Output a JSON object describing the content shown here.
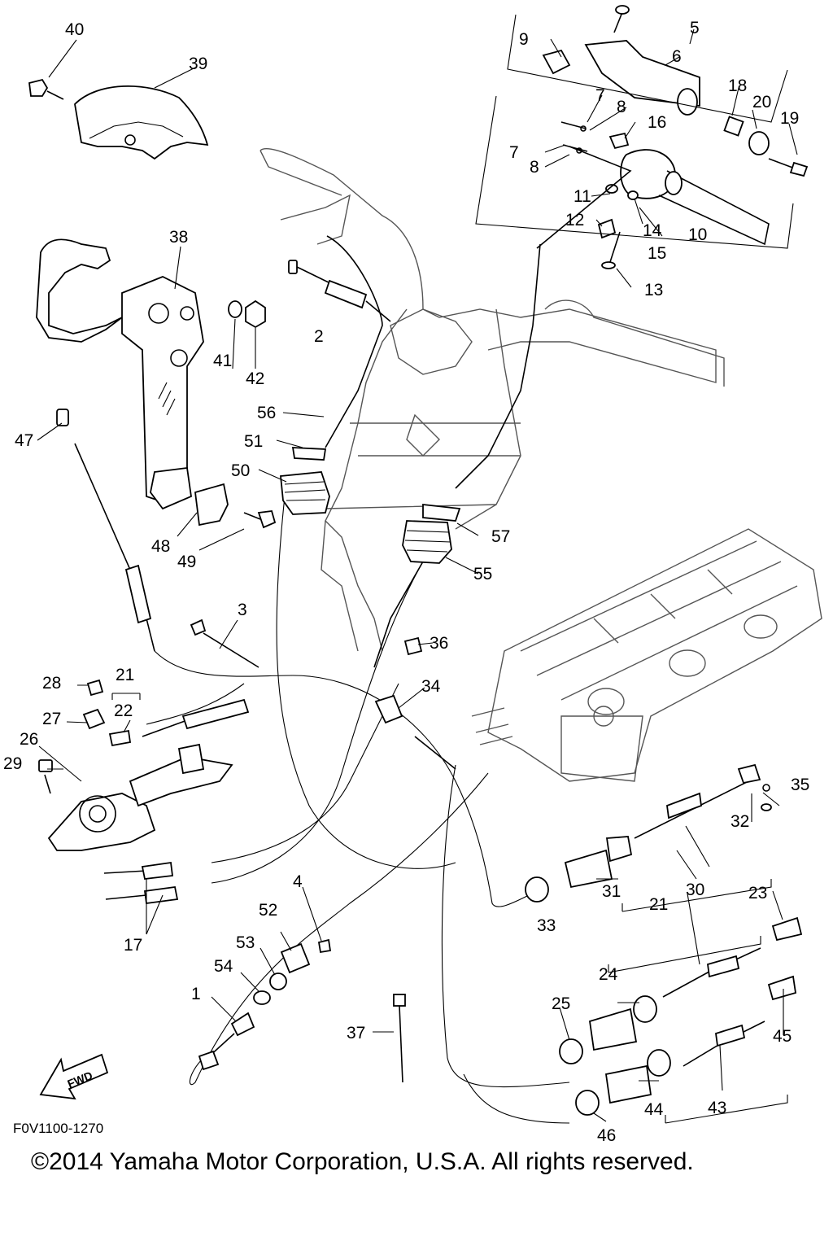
{
  "diagram": {
    "code": "F0V1100-1270",
    "copyright": "©2014 Yamaha Motor Corporation, U.S.A. All rights reserved.",
    "fwd_label": "FWD",
    "callouts": [
      "1",
      "2",
      "3",
      "4",
      "5",
      "6",
      "7",
      "7",
      "8",
      "8",
      "9",
      "10",
      "11",
      "12",
      "13",
      "14",
      "15",
      "16",
      "17",
      "18",
      "19",
      "20",
      "21",
      "21",
      "22",
      "23",
      "24",
      "25",
      "26",
      "27",
      "28",
      "29",
      "30",
      "31",
      "32",
      "33",
      "34",
      "35",
      "36",
      "37",
      "38",
      "39",
      "40",
      "41",
      "42",
      "43",
      "44",
      "45",
      "46",
      "47",
      "48",
      "49",
      "50",
      "51",
      "52",
      "53",
      "54",
      "55",
      "56",
      "57"
    ]
  }
}
